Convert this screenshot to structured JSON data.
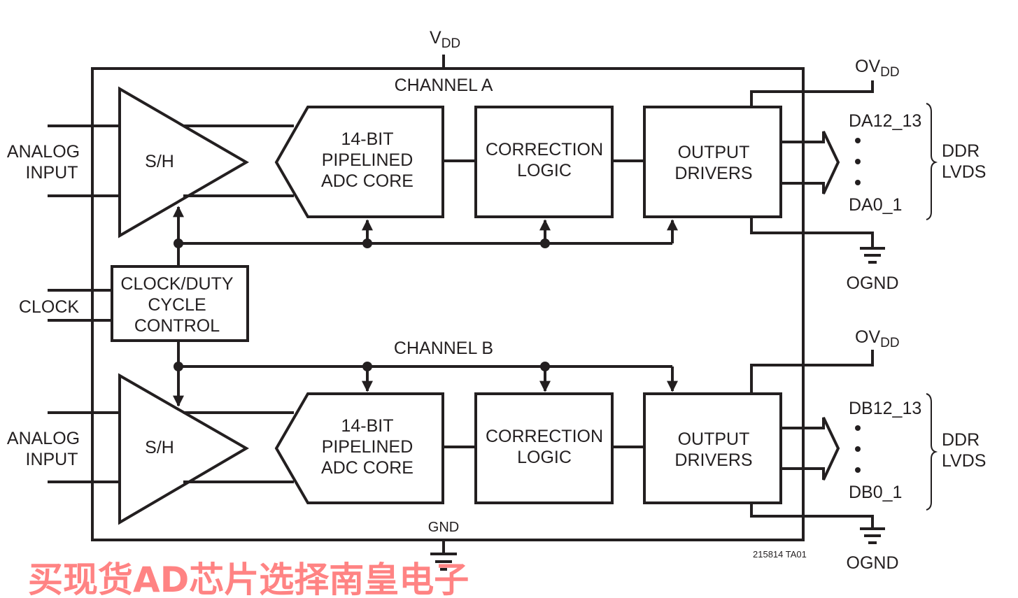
{
  "supply": {
    "vdd_main": "V",
    "vdd_sub": "DD",
    "ovdd_main": "OV",
    "ovdd_sub": "DD",
    "ognd": "OGND",
    "gnd": "GND"
  },
  "channel_a": {
    "title": "CHANNEL A",
    "input_label": [
      "ANALOG",
      "INPUT"
    ],
    "sh": "S/H",
    "adc": [
      "14-BIT",
      "PIPELINED",
      "ADC CORE"
    ],
    "correction": [
      "CORRECTION",
      "LOGIC"
    ],
    "output": [
      "OUTPUT",
      "DRIVERS"
    ],
    "bus_top": "DA12_13",
    "bus_bottom": "DA0_1",
    "bus_type": [
      "DDR",
      "LVDS"
    ]
  },
  "channel_b": {
    "title": "CHANNEL B",
    "input_label": [
      "ANALOG",
      "INPUT"
    ],
    "sh": "S/H",
    "adc": [
      "14-BIT",
      "PIPELINED",
      "ADC CORE"
    ],
    "correction": [
      "CORRECTION",
      "LOGIC"
    ],
    "output": [
      "OUTPUT",
      "DRIVERS"
    ],
    "bus_top": "DB12_13",
    "bus_bottom": "DB0_1",
    "bus_type": [
      "DDR",
      "LVDS"
    ]
  },
  "clock": {
    "input_label": "CLOCK",
    "block": [
      "CLOCK/DUTY",
      "CYCLE",
      "CONTROL"
    ]
  },
  "figure_id": "215814 TA01",
  "watermark": "买现货AD芯片选择南皇电子",
  "colors": {
    "line": "#231f20",
    "watermark": "#ff6e6e"
  }
}
